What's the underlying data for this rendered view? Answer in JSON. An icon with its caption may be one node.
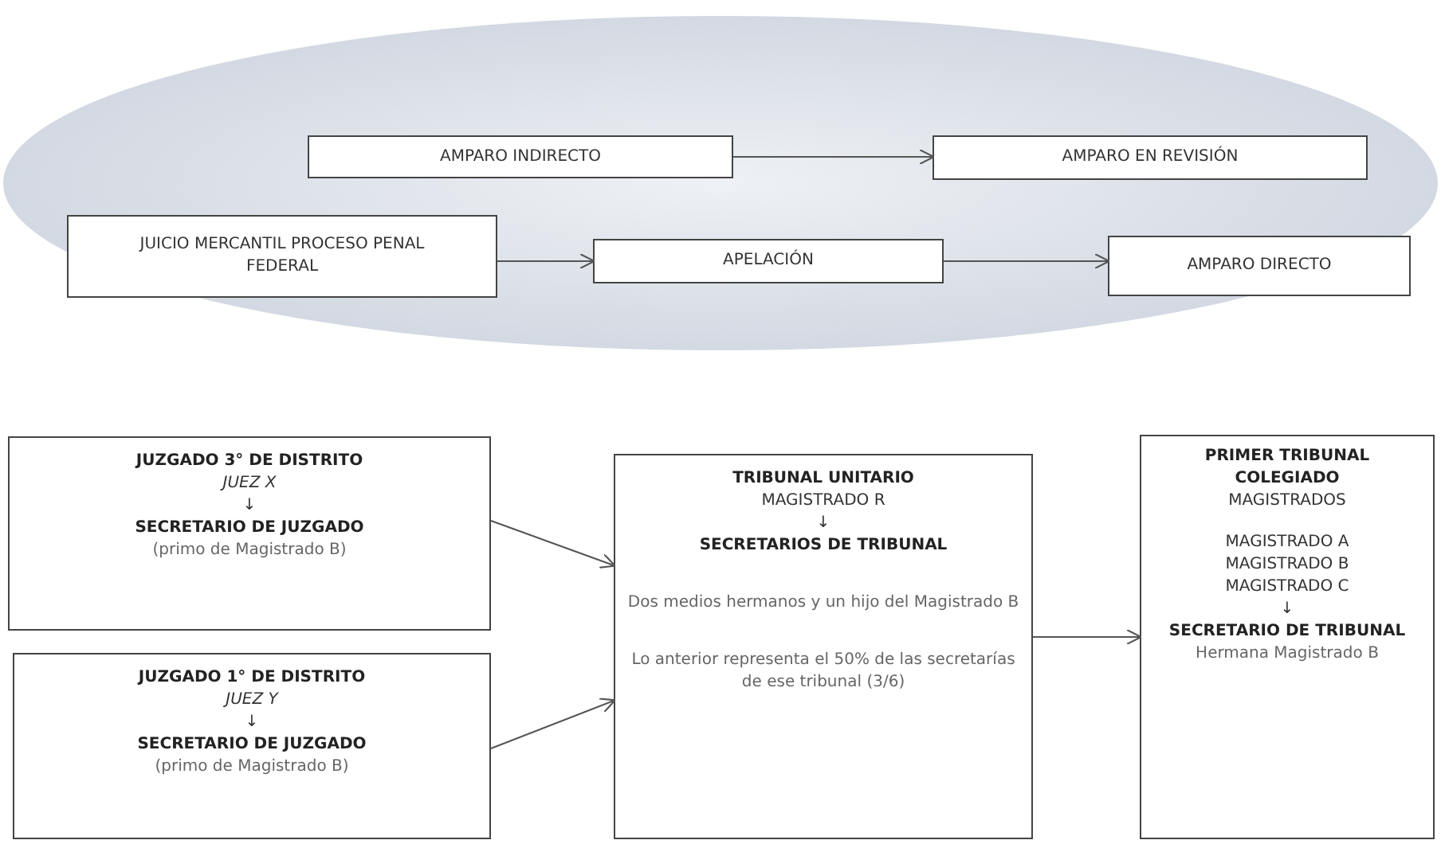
{
  "diagram": {
    "nodes": [
      {
        "text": [],
        "shape": "ellipse"
      },
      {
        "text": [
          "AMPARO INDIRECTO"
        ],
        "in": 0
      },
      {
        "text": [
          "AMPARO EN REVISIÓN"
        ],
        "in": 0
      },
      {
        "text": [
          "JUICIO MERCANTIL PROCESO PENAL FEDERAL"
        ],
        "in": 0
      },
      {
        "text": [
          "APELACIÓN"
        ],
        "in": 0
      },
      {
        "text": [
          "AMPARO DIRECTO"
        ],
        "in": 0
      },
      {
        "text": [
          "JUZGADO 3° DE DISTRITO",
          "JUEZ X",
          "↓",
          "SECRETARIO DE JUZGADO",
          "(primo de Magistrado B)"
        ]
      },
      {
        "text": [
          "JUZGADO 1° DE DISTRITO",
          "JUEZ Y",
          "↓",
          "SECRETARIO DE JUZGADO",
          "(primo de Magistrado B)"
        ]
      },
      {
        "text": [
          "TRIBUNAL UNITARIO",
          "MAGISTRADO R",
          "↓",
          "SECRETARIOS DE TRIBUNAL",
          "Dos medios hermanos y un hijo del Magistrado B",
          "Lo anterior representa el 50% de las secretarías de ese tribunal (3/6)"
        ]
      },
      {
        "text": [
          "PRIMER TRIBUNAL COLEGIADO",
          "MAGISTRADOS",
          "MAGISTRADO A",
          "MAGISTRADO B",
          "MAGISTRADO C",
          "↓",
          "SECRETARIO DE TRIBUNAL",
          "Hermana Magistrado B"
        ]
      }
    ],
    "edges": [
      {
        "from": 1,
        "to": 2,
        "arrow": "to"
      },
      {
        "from": 3,
        "to": 4,
        "arrow": "to"
      },
      {
        "from": 4,
        "to": 5,
        "arrow": "to"
      },
      {
        "from": 6,
        "to": 8,
        "arrow": "to"
      },
      {
        "from": 7,
        "to": 8,
        "arrow": "to"
      },
      {
        "from": 8,
        "to": 9,
        "arrow": "to"
      }
    ]
  }
}
